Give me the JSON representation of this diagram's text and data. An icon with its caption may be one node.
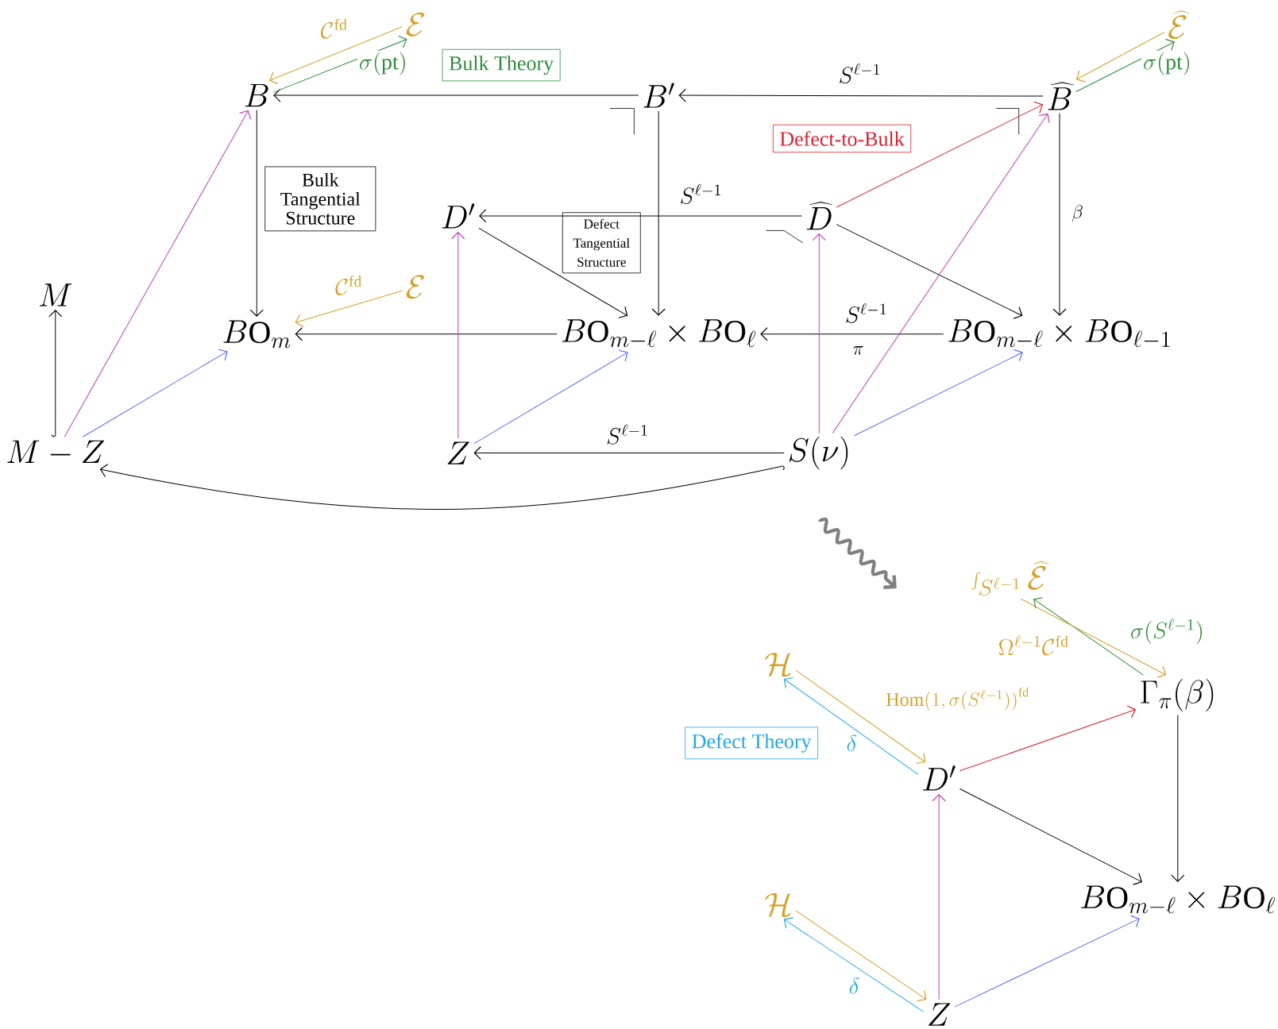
{
  "diagram": {
    "nodes": [
      {
        "text": [
          "B"
        ]
      },
      {
        "text": [
          "B'"
        ]
      },
      {
        "text": [
          "\\widehat{B}"
        ]
      },
      {
        "text": [
          "\\mathcal{E}"
        ]
      },
      {
        "text": [
          "\\widehat{\\mathcal{E}}"
        ]
      },
      {
        "text": [
          "Bulk Theory"
        ]
      },
      {
        "text": [
          "Defect-to-Bulk"
        ]
      },
      {
        "text": [
          "Bulk Tangential Structure"
        ]
      },
      {
        "text": [
          "D'"
        ]
      },
      {
        "text": [
          "\\widehat{D}"
        ]
      },
      {
        "text": [
          "Defect Tangential Structure"
        ]
      },
      {
        "text": [
          "M"
        ]
      },
      {
        "text": [
          "\\mathcal{E}"
        ]
      },
      {
        "text": [
          "B\\mathrm{O}_m"
        ]
      },
      {
        "text": [
          "B\\mathrm{O}_{m-\\ell}\\times B\\mathrm{O}_{\\ell}"
        ]
      },
      {
        "text": [
          "B\\mathrm{O}_{m-\\ell}\\times B\\mathrm{O}_{\\ell-1}"
        ]
      },
      {
        "text": [
          "M-Z"
        ]
      },
      {
        "text": [
          "Z"
        ]
      },
      {
        "text": [
          "S(\\nu)"
        ]
      },
      {
        "text": [
          "\\int_{S^{\\ell-1}}\\widehat{\\mathcal{E}}"
        ]
      },
      {
        "text": [
          "\\Gamma_{\\pi}(\\beta)"
        ]
      },
      {
        "text": [
          "\\mathcal{H}"
        ]
      },
      {
        "text": [
          "Defect Theory"
        ]
      },
      {
        "text": [
          "D'"
        ]
      },
      {
        "text": [
          "\\mathcal{H}"
        ]
      },
      {
        "text": [
          "B\\mathrm{O}_{m-\\ell}\\times B\\mathrm{O}_{\\ell}"
        ]
      },
      {
        "text": [
          "Z"
        ]
      }
    ],
    "edges": [
      {
        "from": 1,
        "to": 0,
        "arrow": "to"
      },
      {
        "from": 2,
        "to": 1,
        "arrow": "to",
        "label": "S^{\\ell-1}"
      },
      {
        "from": 3,
        "to": 0,
        "arrow": "to",
        "label": "\\mathcal{C}^{\\mathrm{fd}}",
        "color": "#d4a22a"
      },
      {
        "from": 0,
        "to": 3,
        "arrow": "to",
        "label": "\\sigma(\\mathrm{pt})",
        "color": "#2e8b3a"
      },
      {
        "from": 4,
        "to": 2,
        "arrow": "to",
        "color": "#d4a22a"
      },
      {
        "from": 2,
        "to": 4,
        "arrow": "to",
        "label": "\\sigma(\\mathrm{pt})",
        "color": "#2e8b3a"
      },
      {
        "from": 0,
        "to": 13,
        "arrow": "to"
      },
      {
        "from": 1,
        "to": 14,
        "arrow": "to"
      },
      {
        "from": 2,
        "to": 15,
        "arrow": "to",
        "label": "\\beta"
      },
      {
        "from": 9,
        "to": 8,
        "arrow": "to",
        "label": "S^{\\ell-1}"
      },
      {
        "from": 9,
        "to": 2,
        "arrow": "to",
        "color": "#dc2030"
      },
      {
        "from": 8,
        "to": 14,
        "arrow": "to"
      },
      {
        "from": 9,
        "to": 15,
        "arrow": "to"
      },
      {
        "from": 12,
        "to": 13,
        "arrow": "to",
        "label": "\\mathcal{C}^{\\mathrm{fd}}",
        "color": "#d4a22a"
      },
      {
        "from": 14,
        "to": 13,
        "arrow": "to"
      },
      {
        "from": 15,
        "to": 14,
        "arrow": "to",
        "label": "S^{\\ell-1}"
      },
      {
        "from": 16,
        "to": 11,
        "arrow": "to"
      },
      {
        "from": 16,
        "to": 0,
        "arrow": "to",
        "color": "#c040b8"
      },
      {
        "from": 16,
        "to": 13,
        "arrow": "to",
        "color": "#5a6cff"
      },
      {
        "from": 17,
        "to": 8,
        "arrow": "to",
        "color": "#c040b8"
      },
      {
        "from": 17,
        "to": 14,
        "arrow": "to",
        "color": "#5a6cff"
      },
      {
        "from": 18,
        "to": 17,
        "arrow": "to",
        "label": "S^{\\ell-1}"
      },
      {
        "from": 18,
        "to": 9,
        "arrow": "to",
        "color": "#c040b8"
      },
      {
        "from": 18,
        "to": 2,
        "arrow": "to",
        "color": "#c040b8"
      },
      {
        "from": 18,
        "to": 15,
        "arrow": "to",
        "color": "#5a6cff"
      },
      {
        "from": 18,
        "to": 16,
        "arrow": "to"
      },
      {
        "from": 20,
        "to": 19,
        "arrow": "to",
        "label": "\\sigma(S^{\\ell-1})",
        "color": "#2e8b3a"
      },
      {
        "from": 19,
        "to": 20,
        "arrow": "to",
        "label": "\\Omega^{\\ell-1}\\mathcal{C}^{\\mathrm{fd}}",
        "color": "#d4a22a"
      },
      {
        "from": 21,
        "to": 23,
        "arrow": "to",
        "label": "\\mathrm{Hom}\\big(1,\\sigma(S^{\\ell-1})\\big)^{\\mathrm{fd}}",
        "color": "#d4a22a"
      },
      {
        "from": 23,
        "to": 21,
        "arrow": "to",
        "label": "\\delta",
        "color": "#1ea7e8"
      },
      {
        "from": 23,
        "to": 20,
        "arrow": "to",
        "color": "#dc2030"
      },
      {
        "from": 23,
        "to": 25,
        "arrow": "to"
      },
      {
        "from": 20,
        "to": 25,
        "arrow": "to"
      },
      {
        "from": 24,
        "to": 26,
        "arrow": "to",
        "color": "#d4a22a"
      },
      {
        "from": 26,
        "to": 24,
        "arrow": "to",
        "label": "\\delta",
        "color": "#1ea7e8"
      },
      {
        "from": 26,
        "to": 23,
        "arrow": "to",
        "color": "#c040b8"
      },
      {
        "from": 26,
        "to": 25,
        "arrow": "to",
        "color": "#5a6cff"
      }
    ],
    "labels": [
      "\\pi"
    ]
  }
}
